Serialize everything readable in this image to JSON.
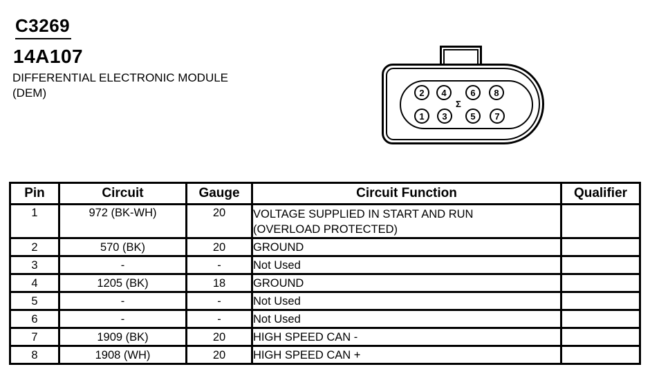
{
  "header": {
    "connector_id": "C3269",
    "part_number": "14A107",
    "component_name": "DIFFERENTIAL ELECTRONIC MODULE\n(DEM)"
  },
  "connector": {
    "sigma_label": "Σ",
    "pins_top_row": [
      "2",
      "4",
      "6",
      "8"
    ],
    "pins_bottom_row": [
      "1",
      "3",
      "5",
      "7"
    ]
  },
  "table": {
    "headers": [
      "Pin",
      "Circuit",
      "Gauge",
      "Circuit Function",
      "Qualifier"
    ],
    "rows": [
      {
        "pin": "1",
        "circuit": "972 (BK-WH)",
        "gauge": "20",
        "function": "VOLTAGE SUPPLIED IN START AND RUN\n(OVERLOAD PROTECTED)",
        "qualifier": ""
      },
      {
        "pin": "2",
        "circuit": "570 (BK)",
        "gauge": "20",
        "function": "GROUND",
        "qualifier": ""
      },
      {
        "pin": "3",
        "circuit": "-",
        "gauge": "-",
        "function": "Not Used",
        "qualifier": ""
      },
      {
        "pin": "4",
        "circuit": "1205 (BK)",
        "gauge": "18",
        "function": "GROUND",
        "qualifier": ""
      },
      {
        "pin": "5",
        "circuit": "-",
        "gauge": "-",
        "function": "Not Used",
        "qualifier": ""
      },
      {
        "pin": "6",
        "circuit": "-",
        "gauge": "-",
        "function": "Not Used",
        "qualifier": ""
      },
      {
        "pin": "7",
        "circuit": "1909 (BK)",
        "gauge": "20",
        "function": "HIGH SPEED CAN -",
        "qualifier": ""
      },
      {
        "pin": "8",
        "circuit": "1908 (WH)",
        "gauge": "20",
        "function": "HIGH SPEED CAN +",
        "qualifier": ""
      }
    ]
  }
}
